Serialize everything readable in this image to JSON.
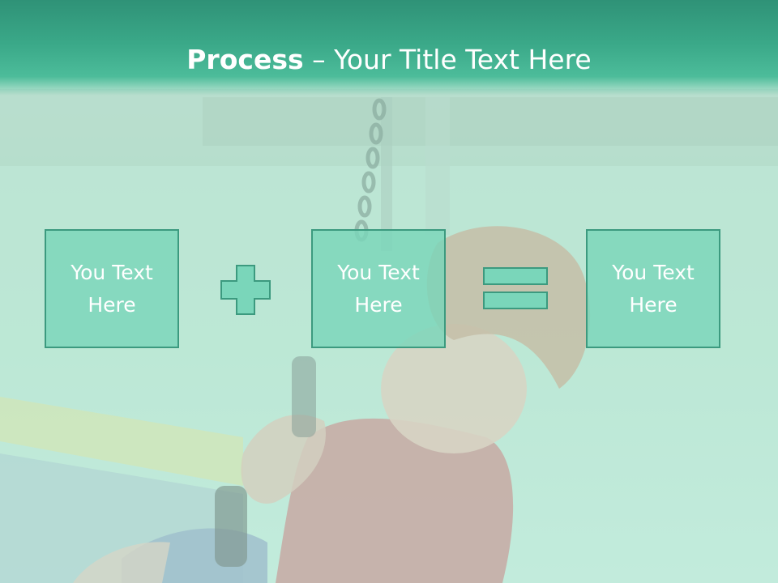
{
  "slide": {
    "title_bold": "Process",
    "title_rest": " – Your Title Text Here",
    "boxes": [
      {
        "line1": "You Text",
        "line2": "Here"
      },
      {
        "line1": "You Text",
        "line2": "Here"
      },
      {
        "line1": "You Text",
        "line2": "Here"
      }
    ],
    "operators": [
      "plus-icon",
      "equals-icon"
    ]
  },
  "colors": {
    "header": "#3aa888",
    "box_fill": "#7ad6ba",
    "box_border": "#3c9a7f",
    "operator_fill": "#7ad6ba",
    "text": "#ffffff"
  }
}
